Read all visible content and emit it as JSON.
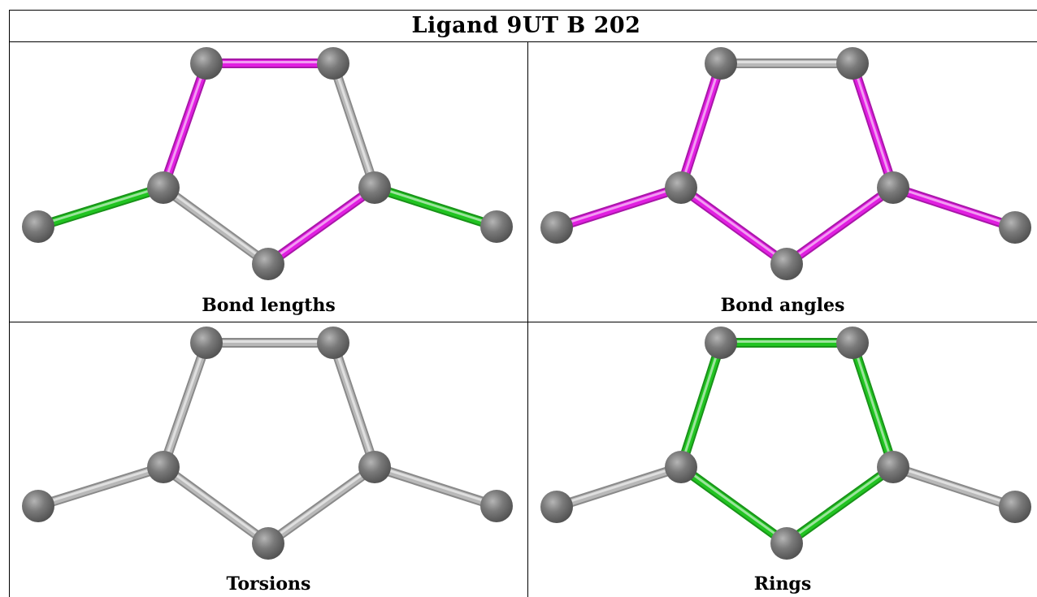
{
  "title": "Ligand 9UT B 202",
  "colors": {
    "magenta": "#e11ee1",
    "green": "#21c421",
    "gray": "#b8b8b8",
    "atom": "#7a7a7a"
  },
  "panels": [
    {
      "caption": "Bond lengths",
      "bond_colors": [
        "magenta",
        "gray",
        "magenta",
        "gray",
        "magenta",
        "green",
        "green",
        "green"
      ]
    },
    {
      "caption": "Bond angles",
      "bond_colors": [
        "gray",
        "magenta",
        "magenta",
        "magenta",
        "magenta",
        "magenta",
        "magenta",
        "magenta"
      ]
    },
    {
      "caption": "Torsions",
      "bond_colors": [
        "gray",
        "gray",
        "gray",
        "gray",
        "gray",
        "gray",
        "gray",
        "gray"
      ]
    },
    {
      "caption": "Rings",
      "bond_colors": [
        "green",
        "green",
        "green",
        "green",
        "green",
        "gray",
        "gray",
        "gray"
      ]
    }
  ]
}
